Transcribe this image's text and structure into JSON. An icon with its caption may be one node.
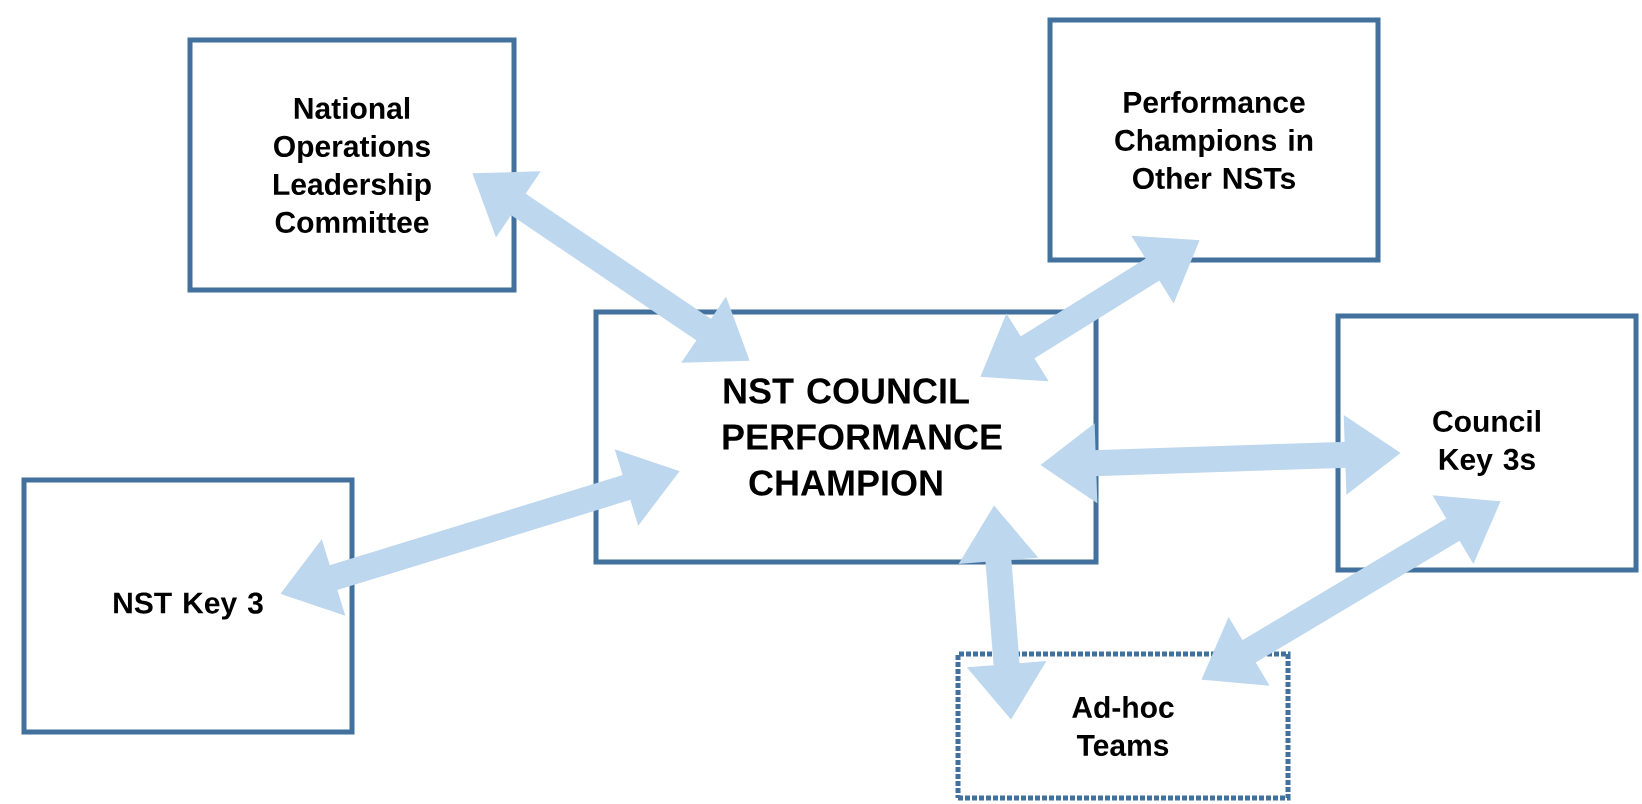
{
  "diagram": {
    "nodes": [
      {
        "text": [
          "National Operations Leadership Committee"
        ]
      },
      {
        "text": [
          "Performance Champions in Other NSTs"
        ]
      },
      {
        "text": [
          "NST COUNCIL PERFORMANCE CHAMPION"
        ]
      },
      {
        "text": [
          "NST Key 3"
        ]
      },
      {
        "text": [
          "Council Key 3s"
        ]
      },
      {
        "text": [
          "Ad-hoc Teams"
        ]
      }
    ],
    "edges": [
      {
        "from": 0,
        "to": 2,
        "arrow": "both"
      },
      {
        "from": 2,
        "to": 1,
        "arrow": "both"
      },
      {
        "from": 2,
        "to": 3,
        "arrow": "both"
      },
      {
        "from": 2,
        "to": 4,
        "arrow": "both"
      },
      {
        "from": 2,
        "to": 5,
        "arrow": "both"
      },
      {
        "from": 4,
        "to": 5,
        "arrow": "both"
      }
    ]
  }
}
